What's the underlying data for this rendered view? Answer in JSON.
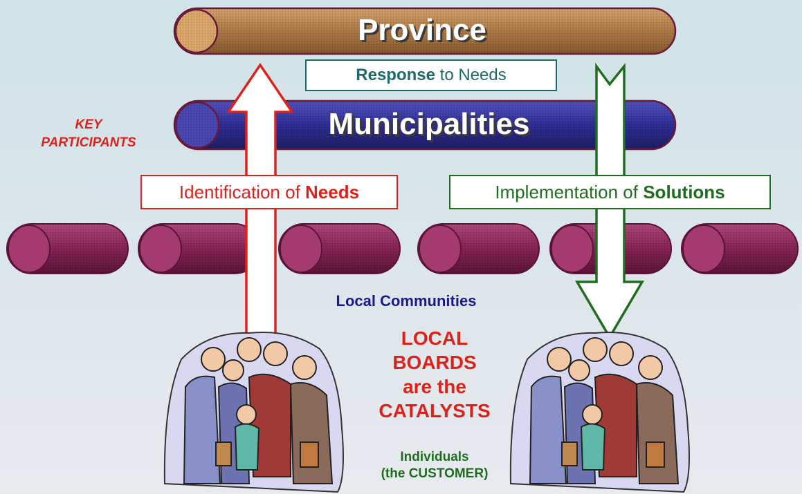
{
  "diagram": {
    "province_label": "Province",
    "municipalities_label": "Municipalities",
    "response_box": {
      "bold": "Response",
      "rest": " to Needs"
    },
    "key_participants": [
      "KEY",
      "PARTICIPANTS"
    ],
    "needs_box": {
      "prefix": "Identification of ",
      "bold": "Needs"
    },
    "solutions_box": {
      "prefix": "Implementation of ",
      "bold": "Solutions"
    },
    "local_communities": "Local Communities",
    "local_boards": [
      "LOCAL",
      "BOARDS",
      "are the",
      "CATALYSTS"
    ],
    "individuals": [
      "Individuals",
      "(the CUSTOMER)"
    ]
  },
  "colors": {
    "province": "#c8925a",
    "municipalities": "#2e2e9a",
    "communities": "#8a2355",
    "needs_red": "#e0201a",
    "solutions_green": "#1f6e1f",
    "response_teal": "#1b6b6b",
    "local_communities_blue": "#1a1a8a"
  },
  "icons": [
    "crowd-of-people-left",
    "crowd-of-people-right"
  ]
}
